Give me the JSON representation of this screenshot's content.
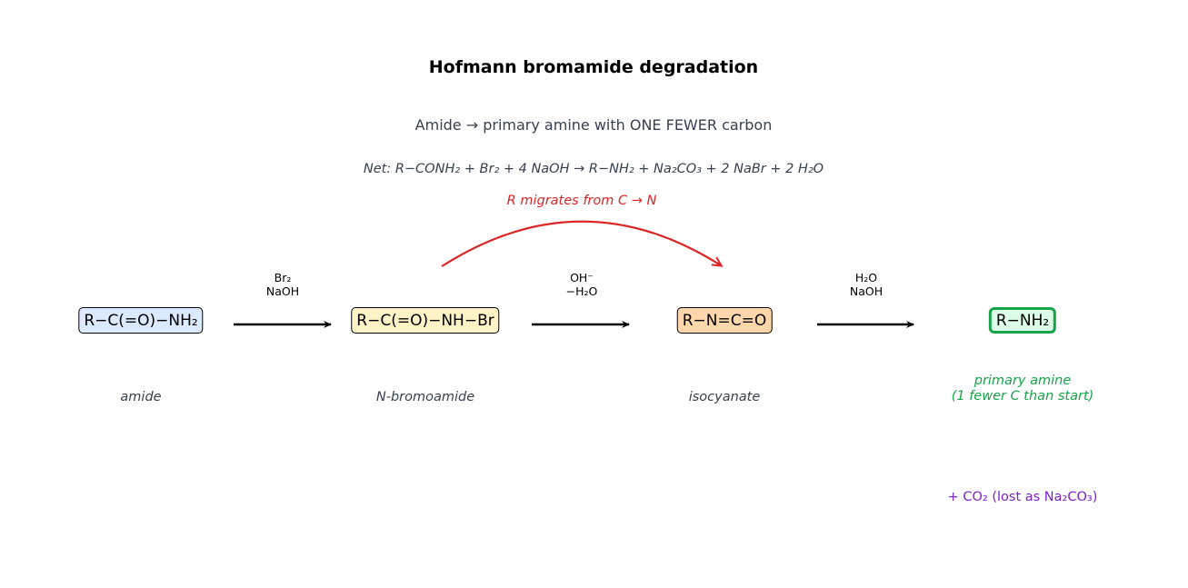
{
  "title": "Hofmann bromamide degradation",
  "subtitle": "Amide → primary amine with ONE FEWER carbon",
  "net_equation": "Net: R−CONH₂ + Br₂ + 4 NaOH → R−NH₂ + Na₂CO₃ + 2 NaBr + 2 H₂O",
  "migration_note": "R migrates from C → N",
  "species": [
    {
      "formula": "R−C(=O)−NH₂",
      "label": "amide"
    },
    {
      "formula": "R−C(=O)−NH−Br",
      "label": "N-bromoamide"
    },
    {
      "formula": "R−N=C=O",
      "label": "isocyanate"
    },
    {
      "formula": "R−NH₂",
      "label_line1": "primary amine",
      "label_line2": "(1 fewer C than start)"
    }
  ],
  "steps": [
    {
      "line1": "Br₂",
      "line2": "NaOH"
    },
    {
      "line1": "OH⁻",
      "line2": "−H₂O"
    },
    {
      "line1": "H₂O",
      "line2": "NaOH"
    }
  ],
  "byproduct": "+  CO₂  (lost as Na₂CO₃)",
  "colors": {
    "amide_fill": "#dbeafe",
    "bromoamide_fill": "#fef3c7",
    "isocyanate_fill": "#fed7aa",
    "amine_fill": "#dcfce7",
    "amine_accent": "#16a34a",
    "migration_accent": "#dc2626",
    "byproduct_color": "#7e22ce"
  }
}
